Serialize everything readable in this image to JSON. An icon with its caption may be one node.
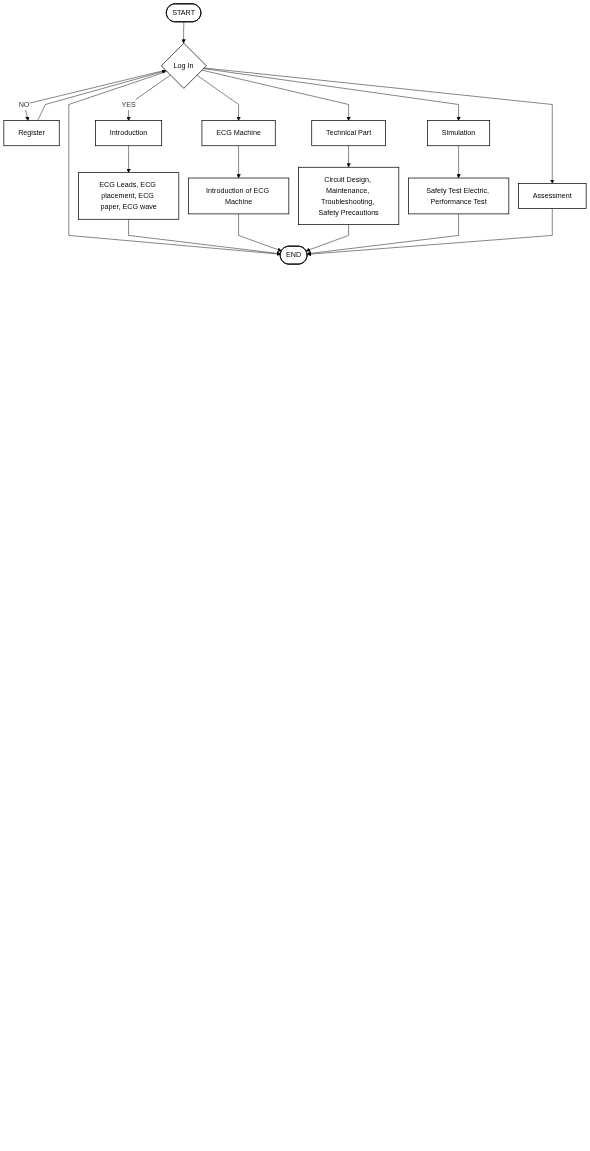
{
  "diagram": {
    "nodes": [
      {
        "text": [
          "START"
        ]
      },
      {
        "text": [
          "Log In"
        ]
      },
      {
        "text": [
          "Register"
        ]
      },
      {
        "text": [
          "Introduction"
        ]
      },
      {
        "text": [
          "ECG Leads, ECG placement, ECG paper, ECG wave"
        ]
      },
      {
        "text": [
          "ECG Machine"
        ]
      },
      {
        "text": [
          "Introduction of ECG Machine"
        ]
      },
      {
        "text": [
          "Technical Part"
        ]
      },
      {
        "text": [
          "Circuit Design, Maintenance, Troubleshooting, Safety Precautions"
        ]
      },
      {
        "text": [
          "Simulation"
        ]
      },
      {
        "text": [
          "Safety Test Electric, Performance Test"
        ]
      },
      {
        "text": [
          "Assessment"
        ]
      },
      {
        "text": [
          "END"
        ]
      }
    ],
    "edges": [
      {
        "from": 0,
        "to": 1,
        "arrow": "to"
      },
      {
        "from": 1,
        "to": 2,
        "arrow": "to",
        "label": "NO"
      },
      {
        "from": 2,
        "to": 1,
        "arrow": "to"
      },
      {
        "from": 1,
        "to": 3,
        "arrow": "to",
        "label": "YES"
      },
      {
        "from": 1,
        "to": 5,
        "arrow": "to"
      },
      {
        "from": 1,
        "to": 7,
        "arrow": "to"
      },
      {
        "from": 1,
        "to": 9,
        "arrow": "to"
      },
      {
        "from": 1,
        "to": 11,
        "arrow": "to"
      },
      {
        "from": 1,
        "to": 12,
        "arrow": "to"
      },
      {
        "from": 3,
        "to": 4,
        "arrow": "to"
      },
      {
        "from": 5,
        "to": 6,
        "arrow": "to"
      },
      {
        "from": 7,
        "to": 8,
        "arrow": "to"
      },
      {
        "from": 9,
        "to": 10,
        "arrow": "to"
      },
      {
        "from": 4,
        "to": 12,
        "arrow": "to"
      },
      {
        "from": 6,
        "to": 12,
        "arrow": "to"
      },
      {
        "from": 8,
        "to": 12,
        "arrow": "to"
      },
      {
        "from": 10,
        "to": 12,
        "arrow": "to"
      },
      {
        "from": 11,
        "to": 12,
        "arrow": "to"
      }
    ]
  }
}
